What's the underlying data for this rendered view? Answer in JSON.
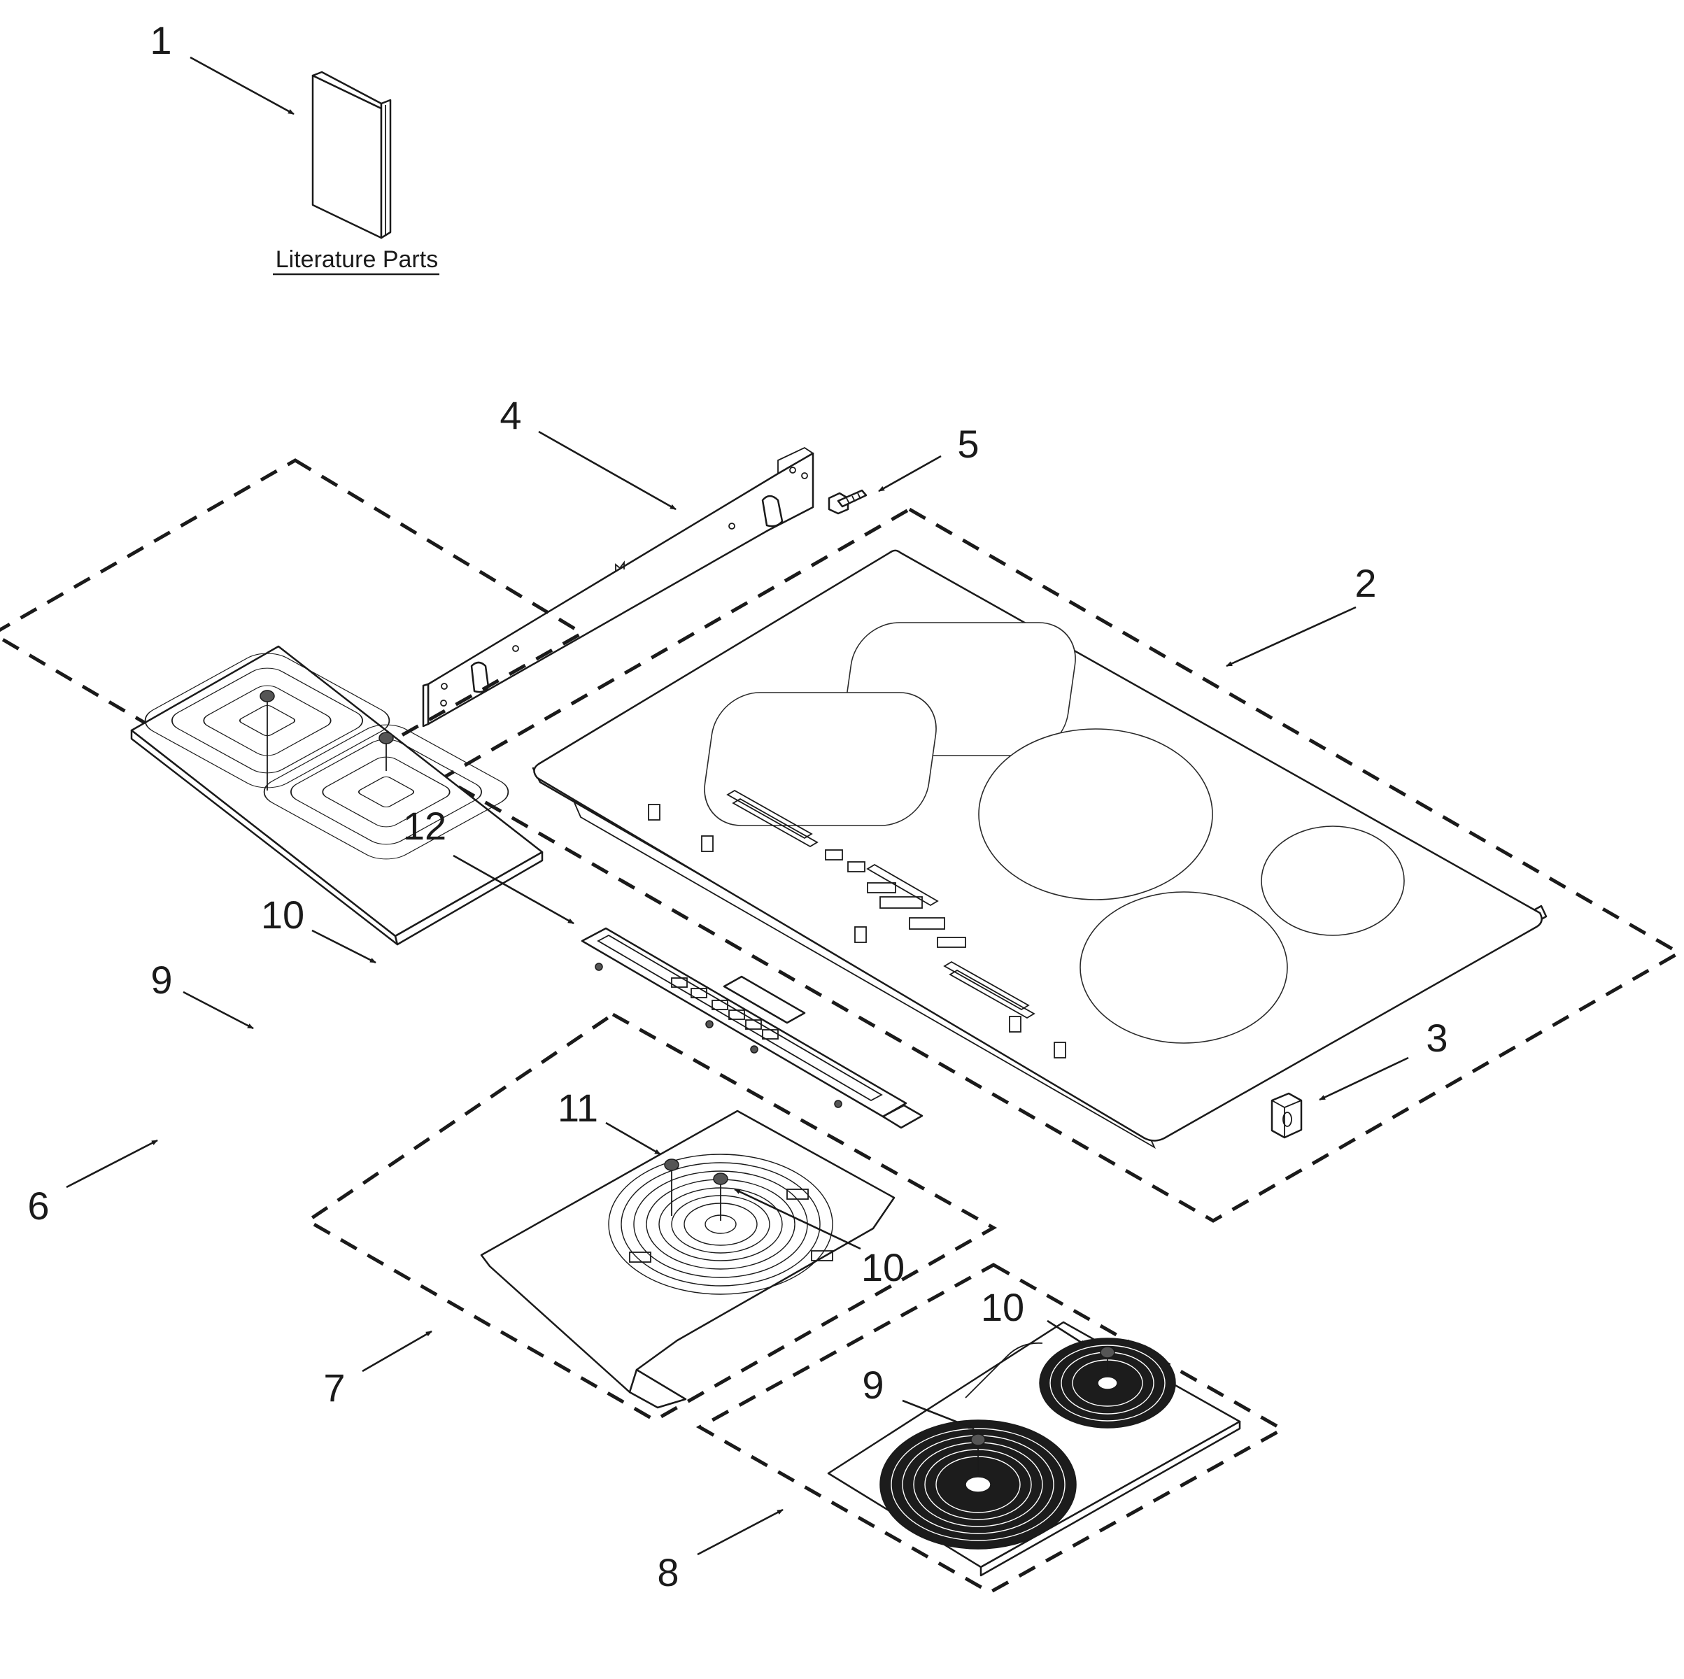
{
  "diagram": {
    "literature_label": "Literature Parts",
    "callouts": [
      {
        "id": "c1",
        "text": "1"
      },
      {
        "id": "c2",
        "text": "2"
      },
      {
        "id": "c3",
        "text": "3"
      },
      {
        "id": "c4",
        "text": "4"
      },
      {
        "id": "c5",
        "text": "5"
      },
      {
        "id": "c6",
        "text": "6"
      },
      {
        "id": "c7",
        "text": "7"
      },
      {
        "id": "c8",
        "text": "8"
      },
      {
        "id": "c9a",
        "text": "9"
      },
      {
        "id": "c9b",
        "text": "9"
      },
      {
        "id": "c10a",
        "text": "10"
      },
      {
        "id": "c10b",
        "text": "10"
      },
      {
        "id": "c10c",
        "text": "10"
      },
      {
        "id": "c11",
        "text": "11"
      },
      {
        "id": "c12",
        "text": "12"
      }
    ]
  }
}
